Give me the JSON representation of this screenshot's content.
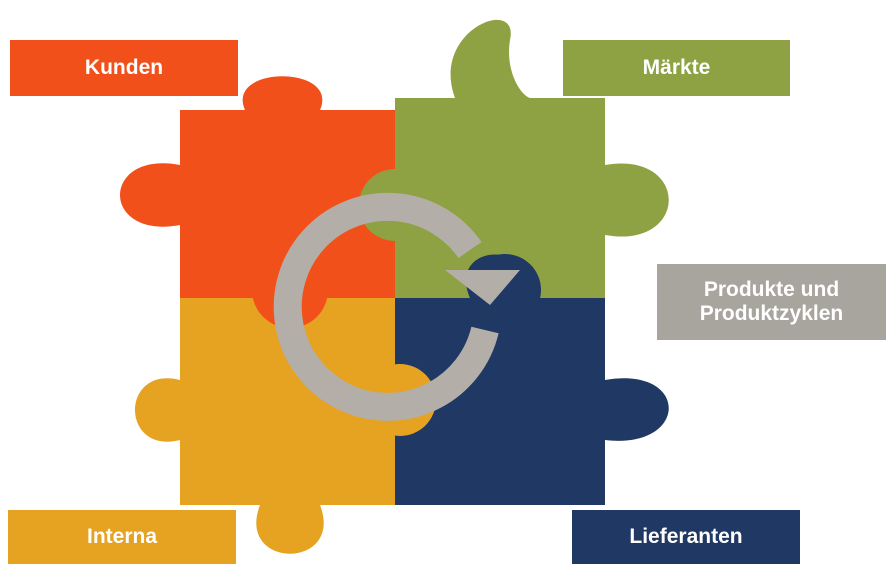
{
  "labels": {
    "kunden": "Kunden",
    "maerkte": "Märkte",
    "produkte_line1": "Produkte und",
    "produkte_line2": "Produktzyklen",
    "interna": "Interna",
    "lieferanten": "Lieferanten"
  },
  "colors": {
    "kunden": "#F2501A",
    "maerkte": "#8FA243",
    "produkte": "#A8A49E",
    "interna": "#E5A321",
    "lieferanten": "#1F3864",
    "arrow": "#B3AEA8"
  }
}
